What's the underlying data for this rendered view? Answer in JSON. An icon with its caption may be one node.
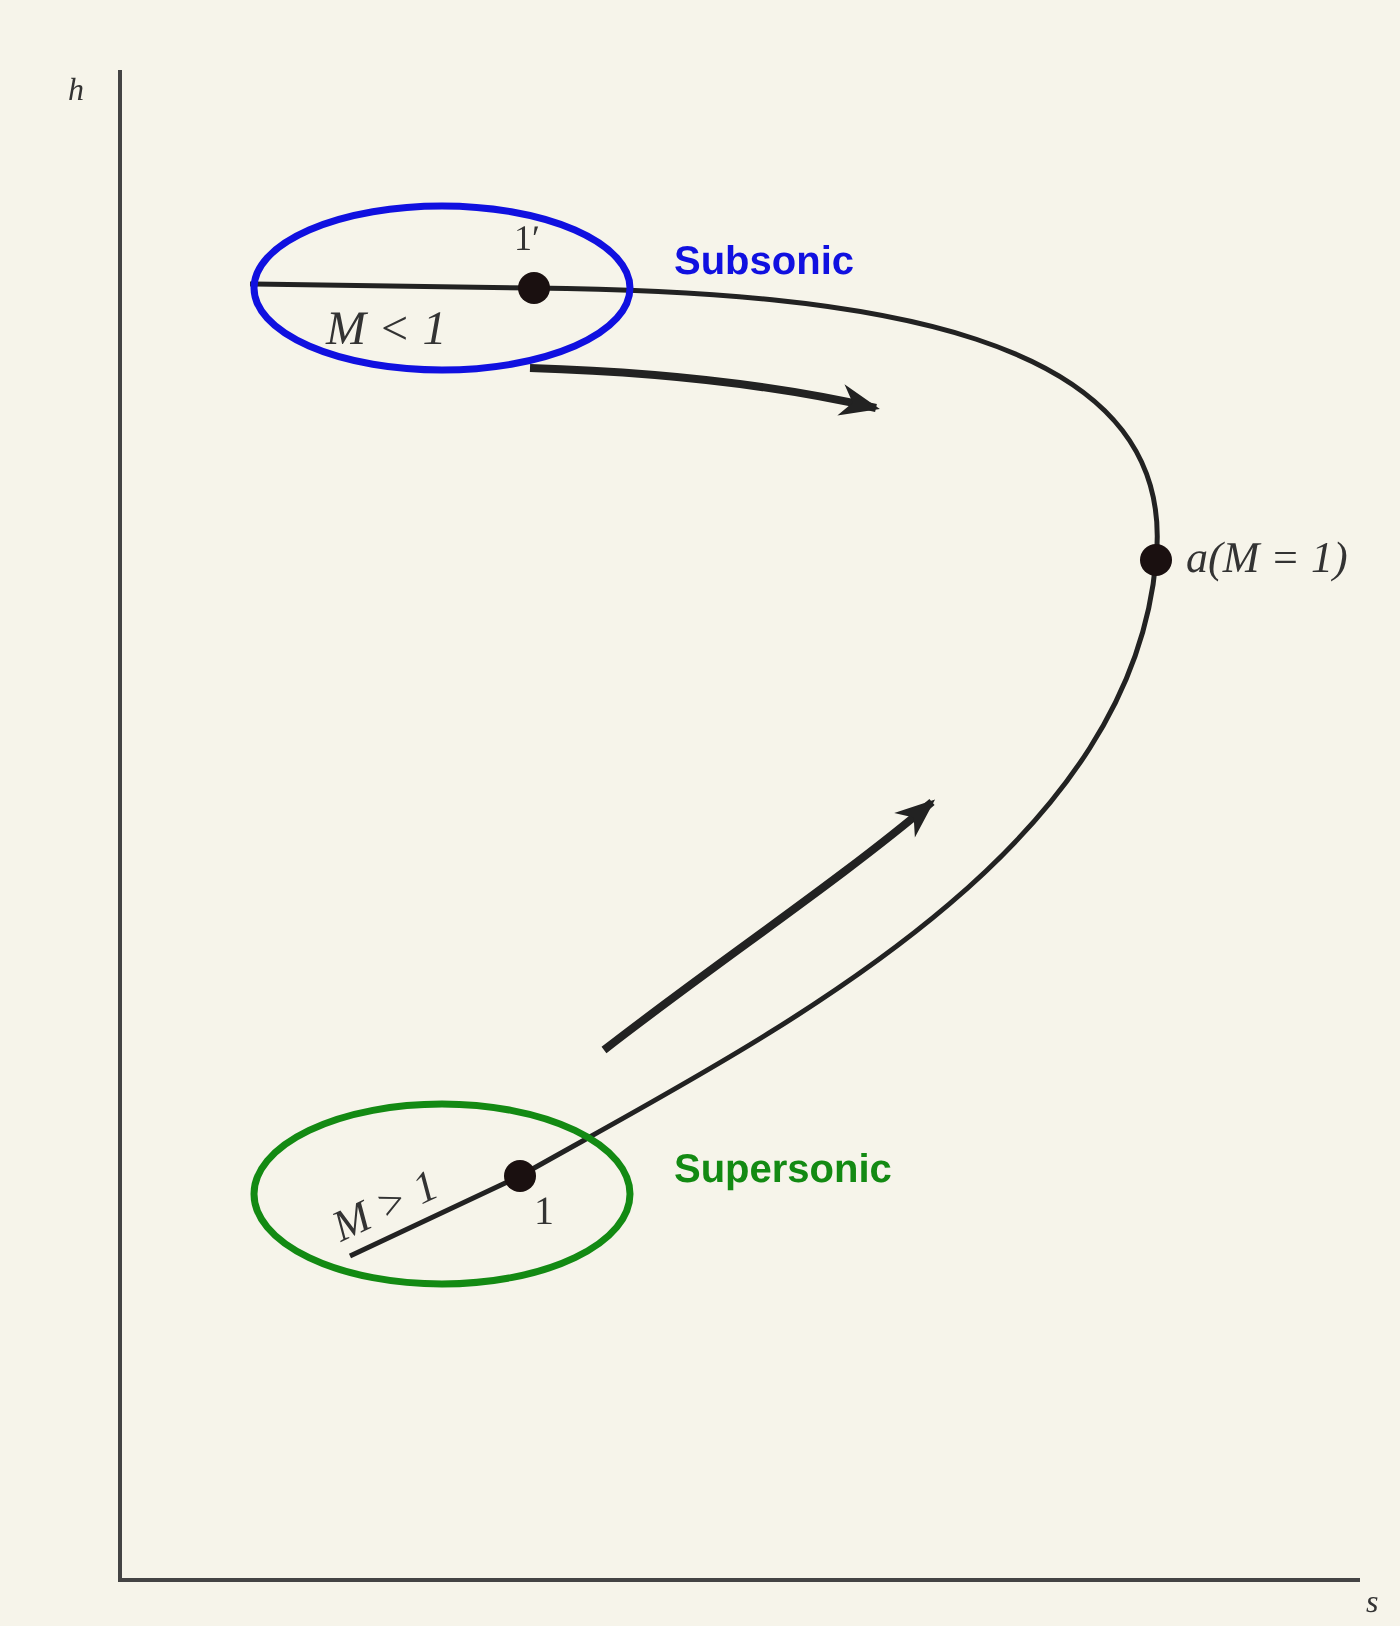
{
  "diagram": {
    "nodes": [
      {
        "text": [
          "1′",
          "M < 1"
        ],
        "beside": [
          "Subsonic"
        ]
      },
      {
        "text": [
          "M > 1",
          "1"
        ],
        "beside": [
          "Supersonic"
        ]
      }
    ],
    "labels": [
      "h",
      "a(M = 1)",
      "s"
    ]
  }
}
